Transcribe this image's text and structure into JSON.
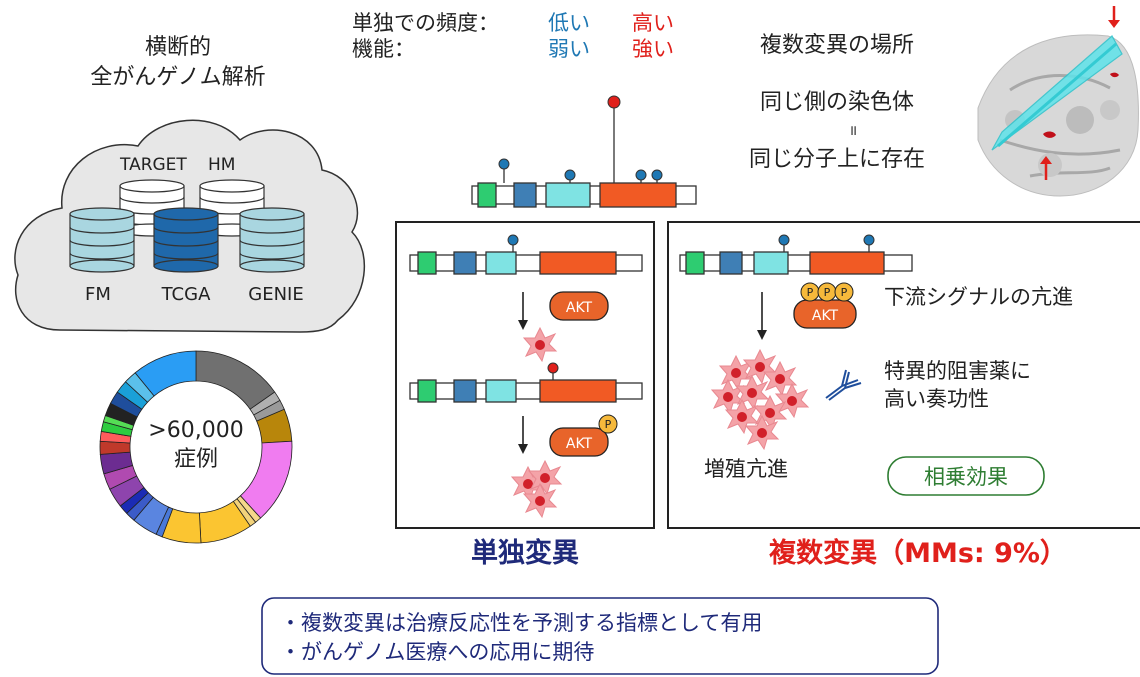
{
  "left": {
    "heading": [
      "横断的",
      "全がんゲノム解析"
    ],
    "db_labels": {
      "target": "TARGET",
      "hm": "HM",
      "fm": "FM",
      "tcga": "TCGA",
      "genie": "GENIE"
    },
    "donut_label": [
      ">60,000",
      "症例"
    ]
  },
  "legend": {
    "freq_label": "単独での頻度：",
    "func_label": "機能：",
    "low": "低い",
    "high": "高い",
    "weak": "弱い",
    "strong": "強い"
  },
  "top_right": {
    "title": "複数変異の場所",
    "line1": "同じ側の染色体",
    "equals": "॥",
    "line2": "同じ分子上に存在"
  },
  "left_panel": {
    "akt": "AKT",
    "p": "P",
    "caption": "単独変異"
  },
  "right_panel": {
    "p": "P",
    "akt": "AKT",
    "downstream": "下流シグナルの亢進",
    "inhibitor": [
      "特異的阻害薬に",
      "高い奏功性"
    ],
    "proliferation": "増殖亢進",
    "synergy": "相乗効果",
    "caption": "複数変異（MMs: 9%）"
  },
  "bottom": {
    "line1": "・複数変異は治療反応性を予測する指標として有用",
    "line2": "・がんゲノム医療への応用に期待"
  },
  "colors": {
    "blue_text": "#1f78b4",
    "red_text": "#e0201b",
    "navy": "#1f2a7a",
    "green": "#2e7d32",
    "orange": "#f15a24",
    "teal": "#7fe3e3",
    "steel": "#3f7fb5",
    "mint": "#2ecc71",
    "cloud": "#e7e7e7",
    "db_light": "#a9d6e0",
    "db_dark": "#1f68aa",
    "pill": "#e8642a",
    "phospho": "#f6b93b"
  },
  "donut_segments": [
    {
      "value": 14,
      "color": "#707070"
    },
    {
      "value": 1.5,
      "color": "#b0b0b0"
    },
    {
      "value": 1.5,
      "color": "#9a9a9a"
    },
    {
      "value": 5,
      "color": "#b8860b"
    },
    {
      "value": 13,
      "color": "#f07cf0"
    },
    {
      "value": 1,
      "color": "#f5d88a"
    },
    {
      "value": 1,
      "color": "#f2d27a"
    },
    {
      "value": 8,
      "color": "#fbc531"
    },
    {
      "value": 6,
      "color": "#fbc531"
    },
    {
      "value": 1,
      "color": "#4a79d8"
    },
    {
      "value": 4,
      "color": "#5a85e0"
    },
    {
      "value": 1.5,
      "color": "#3b5bc8"
    },
    {
      "value": 1.5,
      "color": "#1b2bb5"
    },
    {
      "value": 3,
      "color": "#8e44ad"
    },
    {
      "value": 2.5,
      "color": "#b04ab0"
    },
    {
      "value": 3,
      "color": "#6c2c91"
    },
    {
      "value": 2,
      "color": "#c0392b"
    },
    {
      "value": 1.5,
      "color": "#ff5c5c"
    },
    {
      "value": 1.5,
      "color": "#2ecc40"
    },
    {
      "value": 1,
      "color": "#55dd55"
    },
    {
      "value": 2,
      "color": "#222222"
    },
    {
      "value": 2,
      "color": "#1f4e9c"
    },
    {
      "value": 2,
      "color": "#1aa0d8"
    },
    {
      "value": 2,
      "color": "#5bc0eb"
    },
    {
      "value": 10,
      "color": "#2a9df4"
    }
  ]
}
